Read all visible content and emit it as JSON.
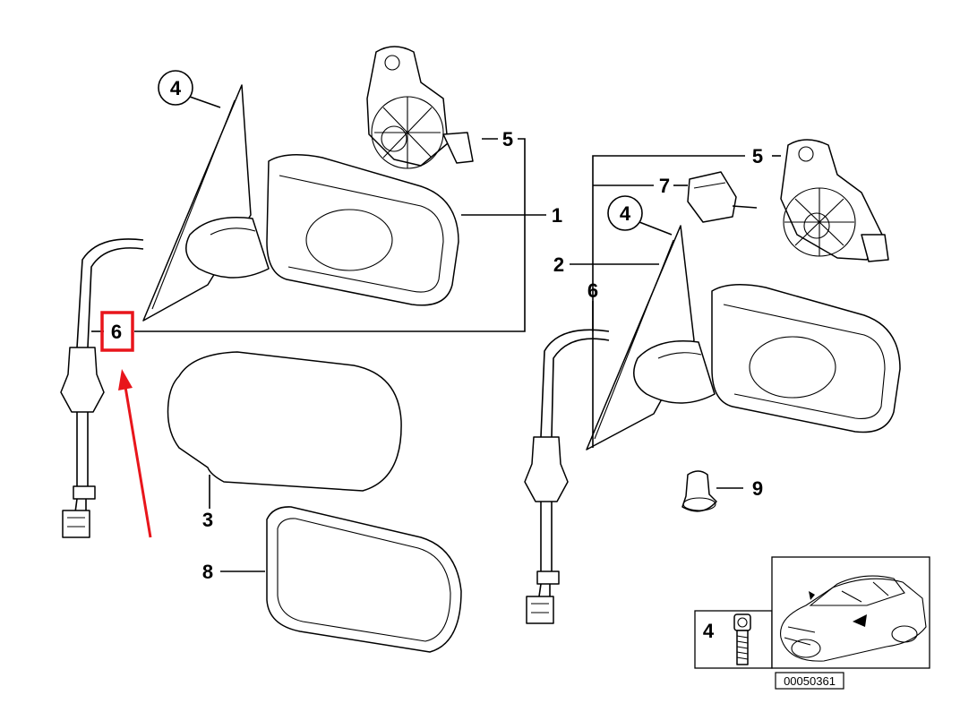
{
  "diagram": {
    "part_numbers": {
      "n1": "1",
      "n2": "2",
      "n3": "3",
      "n4_left": "4",
      "n4_right": "4",
      "n4_inset": "4",
      "n5_left": "5",
      "n5_right": "5",
      "n6_left": "6",
      "n6_right": "6",
      "n7": "7",
      "n8": "8",
      "n9": "9"
    },
    "reference_code": "00050361",
    "highlight": {
      "target": "6",
      "box_color": "#e8151b",
      "arrow_color": "#e8151b"
    }
  }
}
